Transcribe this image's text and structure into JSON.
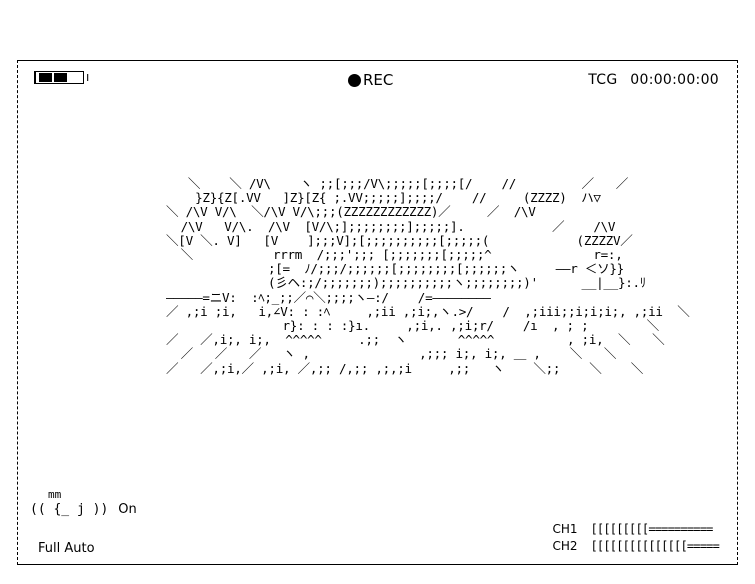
{
  "status": {
    "battery_tip": "ı",
    "rec_label": "REC",
    "timecode_label": "TCG",
    "timecode_value": "00:00:00:00"
  },
  "art_lines": [
    "   ＼    ＼ /V\\    ヽ ;;[;;;/V\\;;;;;[;;;;[/    //         ／   ／",
    "    }Z}{Z[.VV   ]Z}[Z{ ;.VV;;;;;];;;;/    //     (ZZZZ)  ハ▽",
    "＼ /\\V V/\\  ＼/\\V V/\\;;;(ZZZZZZZZZZZZ)／     ／  /\\V",
    "  /\\V   V/\\.  /\\V  [V/\\;];;;;;;;;];;;;;].            ／    /\\V",
    "＼[V ＼. V]   [V    ];;;V];[;;;;;;;;;;[;;;;;(            (ZZZZV／",
    "  ＼           rrrm  /;;;';;; [;;;;;;;[;;;;;^              r=:,",
    "              ;[=  ﾉ/;;;/;;;;;;[;;;;;;;;[;;;;;;ヽ     ――r ＜ソ}}",
    "              (彡ヘ:;/;;;;;;;);;;;;;;;;;ヽ;;;;;;;;)'      __|__}:.ﾘ",
    "―――――=ニV:  :ﾍ;_;;／⌒＼;;;;ヽ―:/    /=――――――――",
    "／ ,;i ;i,   i,∠V: : :ﾍ     ,;ii ,;i;,ヽ.>/    /  ,;iii;;i;i;i;, ,;ii  ＼",
    "                r}: : : :}ı.     ,;i,. ,;i;r/    /ı  , ; ;        ＼",
    "／   ／,i;, i;,  ^^^^^     .;;  ヽ       ^^^^^          , ;i,  ＼   ＼",
    "  ／   ／   ／   ヽ ,               ,;;; i;, i;, ＿ ,    ＼   ＼",
    "／   ／,;i,／ ,;i, ／,;; /,;; ,;,;i     ,;;   ヽ    ＼;;    ＼    ＼"
  ],
  "stabilizer": {
    "hand_top": "mm",
    "hand_bottom": "(( {_  j ))",
    "state": "On"
  },
  "mode": "Full Auto",
  "audio": {
    "ch1_label": "CH1",
    "ch1_meter": "[[[[[[[[[==========",
    "ch2_label": "CH2",
    "ch2_meter": "[[[[[[[[[[[[[[[=====",
    "ch1_level": 0.47,
    "ch2_level": 0.75
  }
}
